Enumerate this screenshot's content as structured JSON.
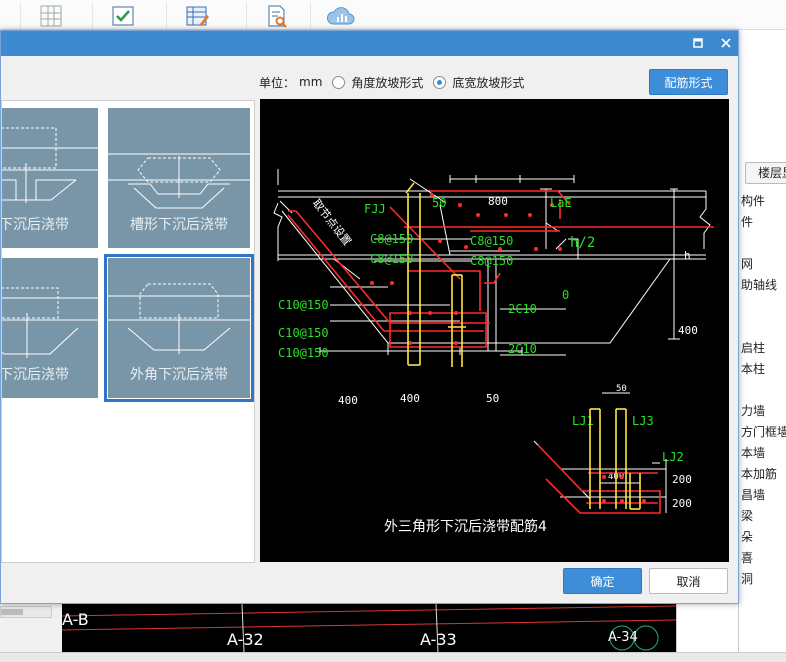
{
  "toolbar": {
    "icons": [
      "grid-icon",
      "checkbox-icon",
      "table-edit-icon",
      "document-search-icon",
      "cloud-chart-icon"
    ]
  },
  "dialog": {
    "unit_label": "单位：",
    "unit_value": "mm",
    "radio_angle": "角度放坡形式",
    "radio_width": "底宽放坡形式",
    "selected_radio": "radio_width",
    "rebar_button": "配筋形式",
    "ok_button": "确定",
    "cancel_button": "取消",
    "thumbnails": [
      {
        "caption": "形下沉后浇带"
      },
      {
        "caption": "槽形下沉后浇带"
      },
      {
        "caption": "角下沉后浇带"
      },
      {
        "caption": "外角下沉后浇带",
        "selected": true
      }
    ],
    "drawing": {
      "title": "外三角形下沉后浇带配筋4",
      "labels": {
        "fjj": "FJJ",
        "d50": "50",
        "d800": "800",
        "lae": "LaE",
        "c8a": "C8@150",
        "c8b": "C8@150",
        "c8c": "C8@150",
        "c8d": "C8@150",
        "h2": "h/2",
        "h": "h",
        "zero": "0",
        "qjd": "取节点设置",
        "c10a": "C10@150",
        "c10b": "C10@150",
        "c10c": "C10@150",
        "c2a": "2C10",
        "c2b": "2C10",
        "d400r": "400",
        "d400a": "400",
        "d400b": "400",
        "d50b": "50",
        "d50c": "50",
        "lj1": "LJ1",
        "lj3": "LJ3",
        "lj2": "LJ2",
        "d400c": "400",
        "d200a": "200",
        "d200b": "200"
      }
    }
  },
  "side_panel": {
    "floor_tab": "楼层显",
    "items": [
      "构件",
      "件",
      "网",
      "助轴线",
      "启柱",
      "本柱",
      "力墙",
      "方门框墙",
      "本墙",
      "本加筋",
      "昌墙",
      "梁",
      "朵",
      "喜",
      "洞"
    ]
  },
  "canvas": {
    "axis_labels": [
      "A-B",
      "A-32",
      "A-33",
      "A-34"
    ]
  },
  "colors": {
    "title_bar": "#3d8ad1",
    "primary_button": "#3e8dd8",
    "thumb_bg": "#7896a8",
    "selection": "#2e74c8",
    "cad_red": "#ff2a2a",
    "cad_yellow": "#ffe63a",
    "cad_green": "#27e027",
    "cad_white": "#ffffff"
  }
}
